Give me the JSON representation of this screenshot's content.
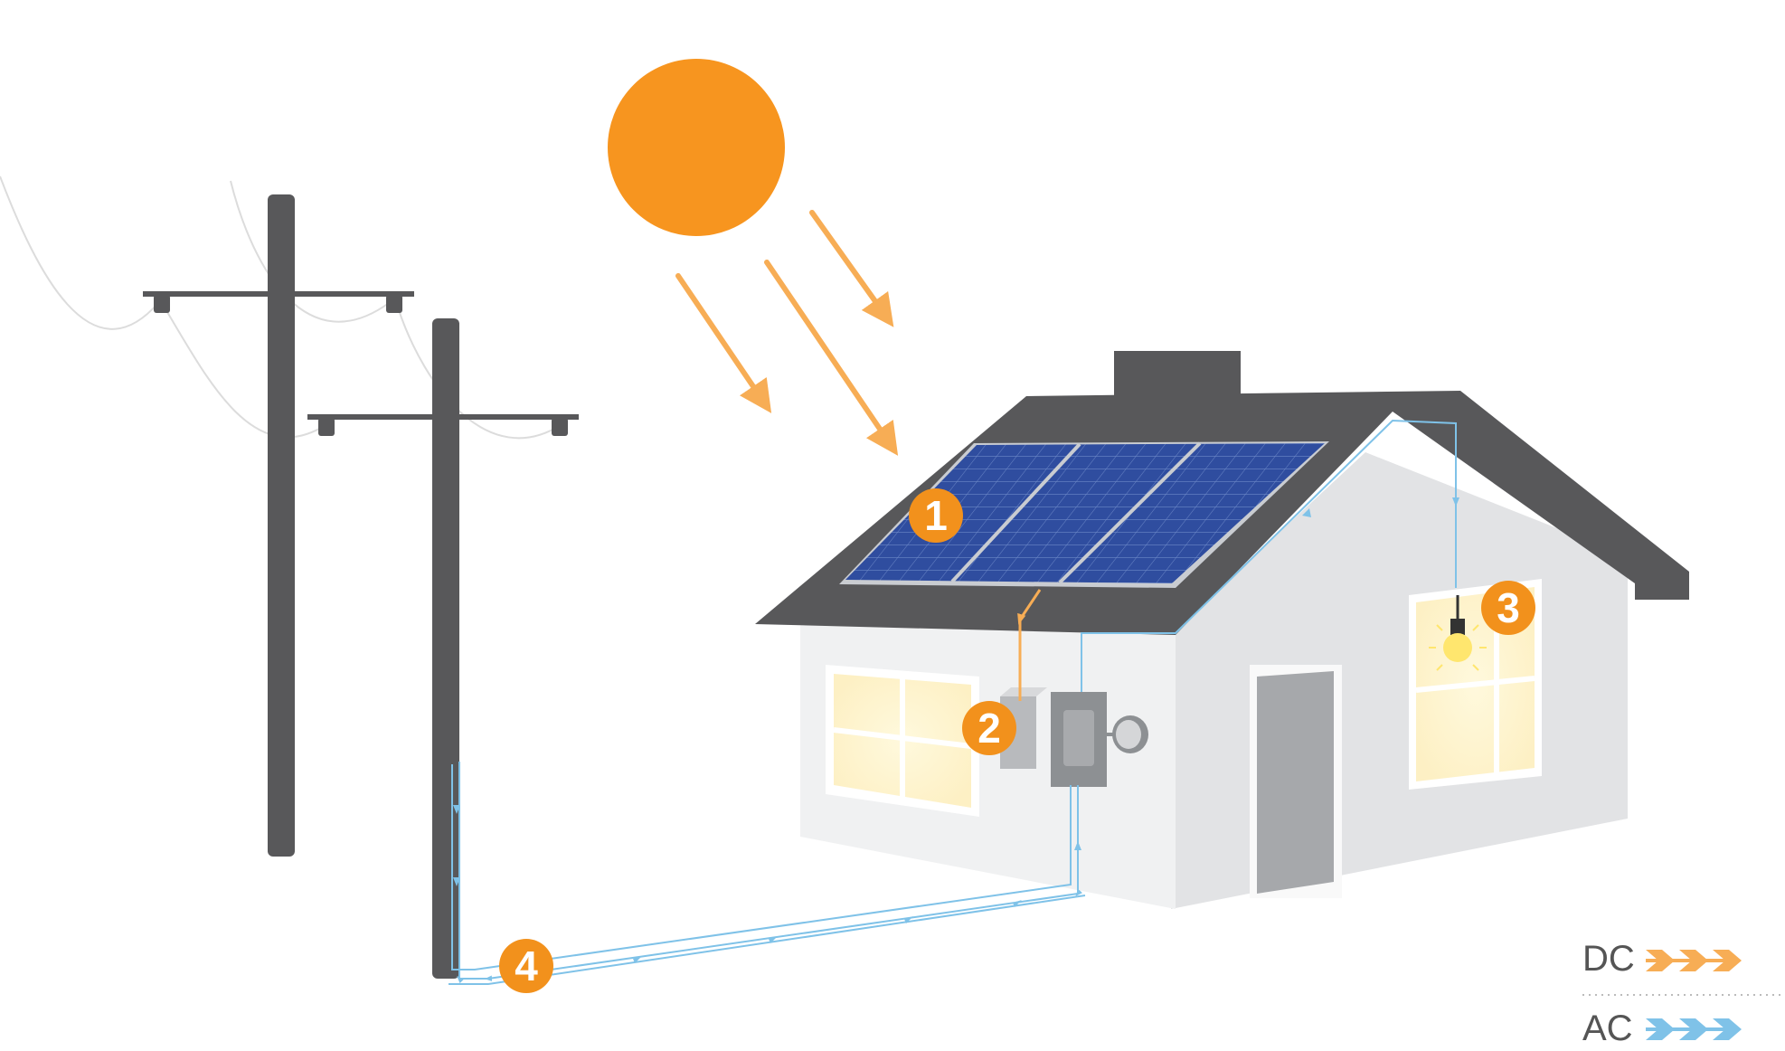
{
  "colors": {
    "sun": "#f7951f",
    "dc": "#f7ad55",
    "ac": "#7fc2e8",
    "pole": "#58585a",
    "roof": "#58585a",
    "wall": "#f0f1f2",
    "panel": "#2f4d9f",
    "window": "#fff6d2",
    "badge": "#f2911c"
  },
  "markers": [
    {
      "label": "1"
    },
    {
      "label": "2"
    },
    {
      "label": "3"
    },
    {
      "label": "4"
    }
  ],
  "legend": {
    "dc_label": "DC",
    "ac_label": "AC"
  }
}
